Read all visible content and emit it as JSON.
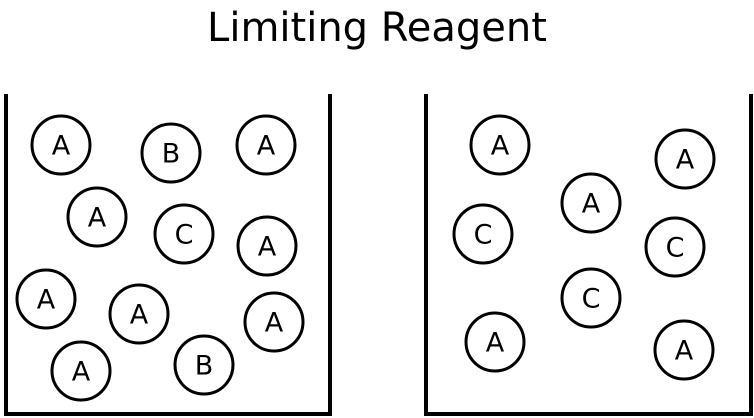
{
  "title": "Limiting Reagent",
  "colors": {
    "stroke": "#000000",
    "fill": "#ffffff"
  },
  "containers": [
    {
      "name": "before-container",
      "particles": [
        "A",
        "B",
        "A",
        "A",
        "C",
        "A",
        "A",
        "A",
        "A",
        "A",
        "B"
      ]
    },
    {
      "name": "after-container",
      "particles": [
        "A",
        "A",
        "A",
        "C",
        "C",
        "C",
        "A",
        "A"
      ]
    }
  ]
}
